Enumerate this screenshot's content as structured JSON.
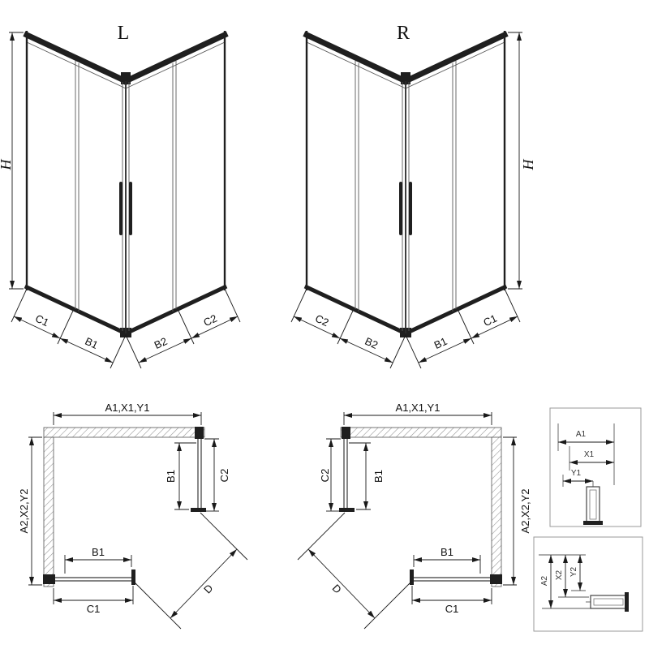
{
  "diagram": {
    "iso_left": {
      "variant_label": "L",
      "height_label": "H",
      "bottom_dims": [
        "C1",
        "B1",
        "B2",
        "C2"
      ]
    },
    "iso_right": {
      "variant_label": "R",
      "height_label": "H",
      "bottom_dims": [
        "C2",
        "B2",
        "B1",
        "C1"
      ]
    },
    "plan_left": {
      "overall_width": "A1,X1,Y1",
      "overall_depth": "A2,X2,Y2",
      "side_door": "B1",
      "side_fixed": "C2",
      "bottom_door": "B1",
      "bottom_fixed": "C1",
      "entry": "D"
    },
    "plan_right": {
      "overall_width": "A1,X1,Y1",
      "overall_depth": "A2,X2,Y2",
      "side_door": "B1",
      "side_fixed": "C2",
      "bottom_door": "B1",
      "bottom_fixed": "C1",
      "entry": "D"
    },
    "detail_top": {
      "a": "A1",
      "x": "X1",
      "y": "Y1"
    },
    "detail_bottom": {
      "a": "A2",
      "x": "X2",
      "y": "Y2"
    }
  }
}
